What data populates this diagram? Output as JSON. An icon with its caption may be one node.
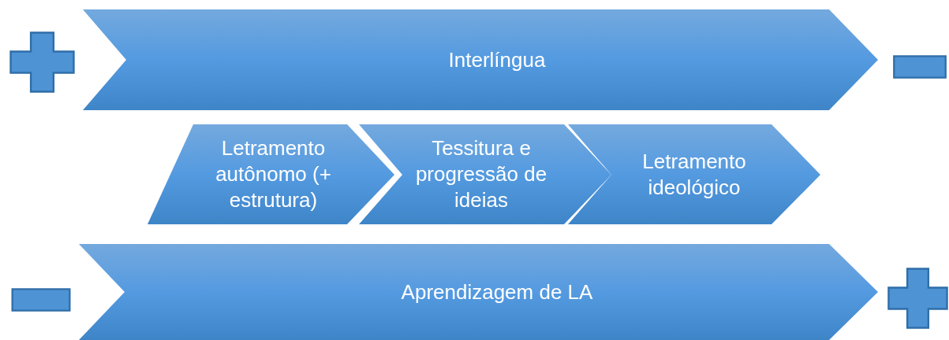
{
  "diagram": {
    "nodes": [
      {
        "text": [
          "Interlíngua"
        ]
      },
      {
        "text": [
          "Letramento autônomo (+ estrutura)"
        ]
      },
      {
        "text": [
          "Tessitura e progressão de ideias"
        ]
      },
      {
        "text": [
          "Letramento ideológico"
        ]
      },
      {
        "text": [
          "Aprendizagem de LA"
        ]
      }
    ]
  }
}
